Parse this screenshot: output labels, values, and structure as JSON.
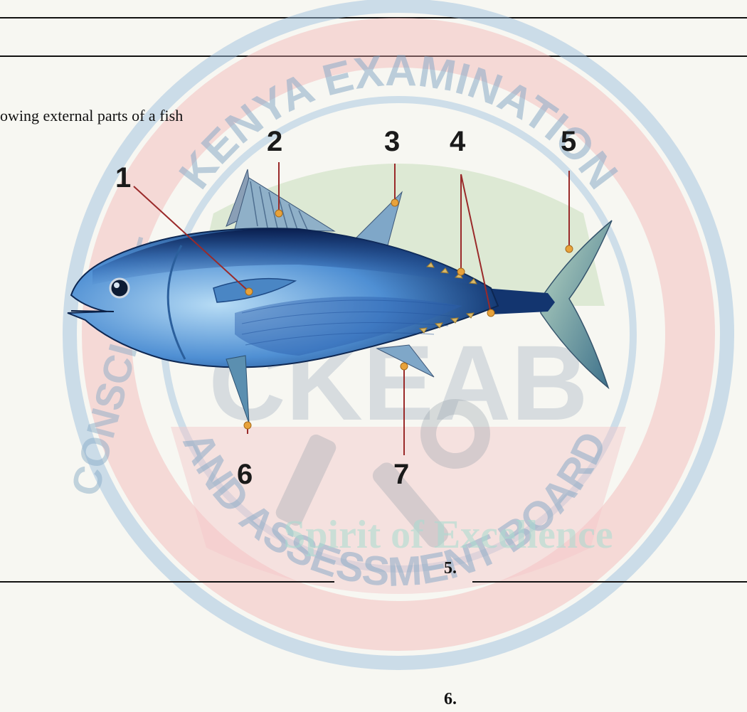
{
  "question": {
    "stem": "owing external parts of a fish"
  },
  "diagram": {
    "callouts": [
      "1",
      "2",
      "3",
      "4",
      "5",
      "6",
      "7"
    ]
  },
  "answers": {
    "five": "5.",
    "six": "6."
  },
  "watermark": {
    "top_arc": "KENYA EXAMINATION",
    "left_arc": "CONSCIENCE",
    "bottom_arc": "AND ASSESSMENT BOARD",
    "motto": "Spirit of Excellence",
    "monogram": "CKEAB",
    "colors": {
      "ring_blue": "#9cc0de",
      "ring_red": "#f1aeb0",
      "green": "#b9d4a8",
      "motto_teal": "#9fd9cc"
    }
  },
  "colors": {
    "fish_dark": "#0b2b63",
    "fish_mid": "#2a63b6",
    "fish_light": "#8fc4ec",
    "fin_gold": "#cfb16a",
    "pointer": "#9a2a2a"
  }
}
